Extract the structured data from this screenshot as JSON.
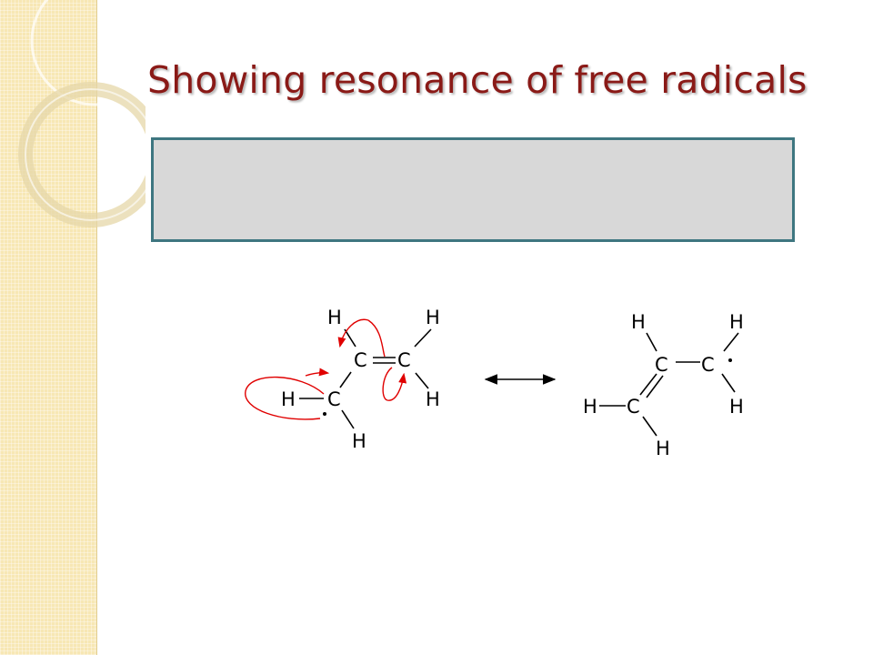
{
  "slide": {
    "title": "Showing resonance of free radicals",
    "box_text": ""
  },
  "colors": {
    "title": "#8a1a17",
    "box_fill": "#d8d8d8",
    "box_border": "#3e7680",
    "sidebar": "#f7e7b4",
    "curved_arrow": "#e00000"
  },
  "structure_left": {
    "atoms": [
      "H",
      "H",
      "C",
      "C",
      "H",
      "C",
      "H",
      "H"
    ]
  },
  "structure_right": {
    "atoms": [
      "H",
      "H",
      "C",
      "C",
      "H",
      "C",
      "H",
      "H"
    ]
  },
  "icons": {
    "resonance_arrow": "double-headed-arrow",
    "curved_arrows": "electron-movement-half-arrows"
  }
}
